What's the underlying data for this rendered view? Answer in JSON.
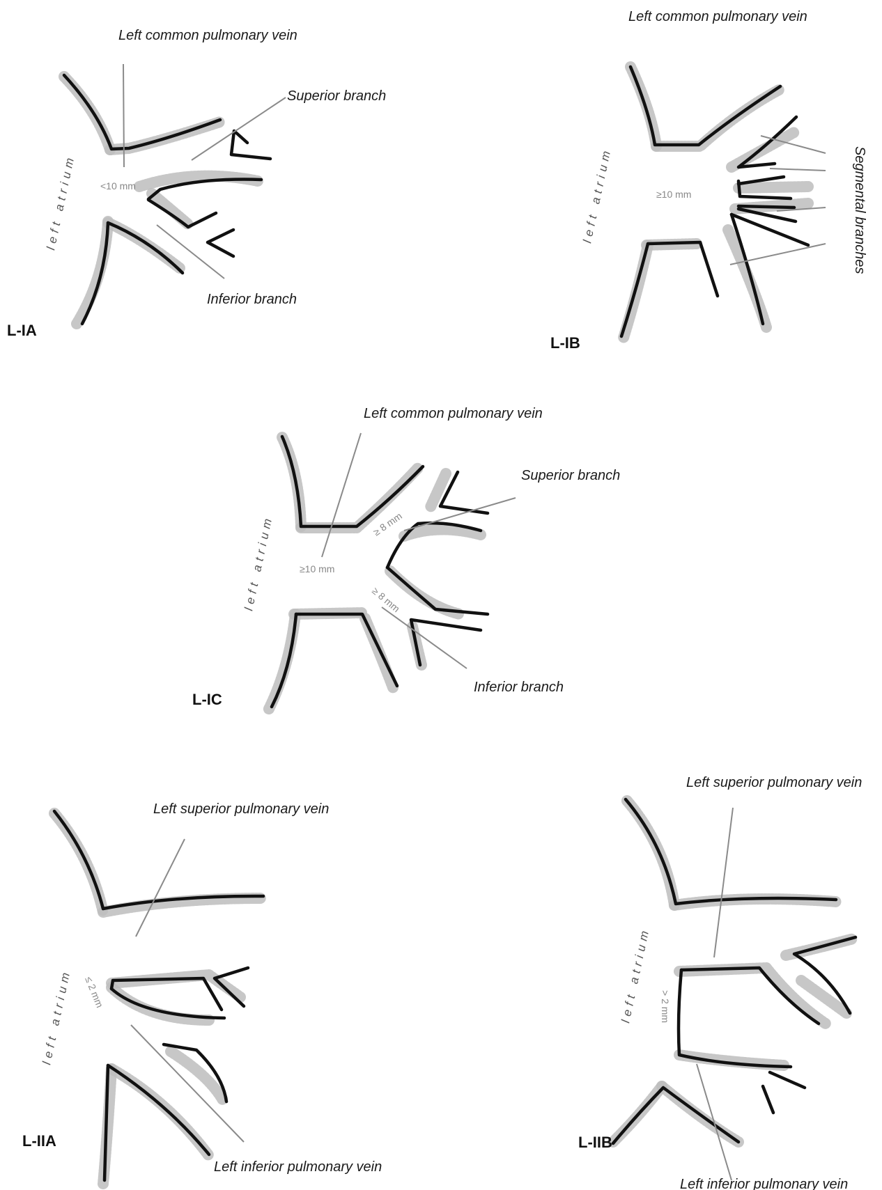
{
  "panels": {
    "l_ia": {
      "id": "L-IA",
      "atrium": "left atrium",
      "measurement": "<10 mm",
      "labels": {
        "common": "Left common pulmonary vein",
        "superior": "Superior branch",
        "inferior": "Inferior branch"
      }
    },
    "l_ib": {
      "id": "L-IB",
      "atrium": "left atrium",
      "measurement": "≥10 mm",
      "labels": {
        "common": "Left common pulmonary vein",
        "segmental": "Segmental branches"
      }
    },
    "l_ic": {
      "id": "L-IC",
      "atrium": "left atrium",
      "measurement": "≥10 mm",
      "measurement_sup": "≥ 8 mm",
      "measurement_inf": "≥ 8 mm",
      "labels": {
        "common": "Left common pulmonary vein",
        "superior": "Superior branch",
        "inferior": "Inferior branch"
      }
    },
    "l_iia": {
      "id": "L-IIA",
      "atrium": "left atrium",
      "measurement": "≤ 2 mm",
      "labels": {
        "superior": "Left superior pulmonary vein",
        "inferior": "Left inferior pulmonary vein"
      }
    },
    "l_iib": {
      "id": "L-IIB",
      "atrium": "left atrium",
      "measurement": "> 2 mm",
      "labels": {
        "superior": "Left superior pulmonary vein",
        "inferior": "Left inferior pulmonary vein"
      }
    }
  },
  "colors": {
    "wall": "#111111",
    "endothelium": "#bdbdbd",
    "pointer": "#8a8a8a"
  }
}
